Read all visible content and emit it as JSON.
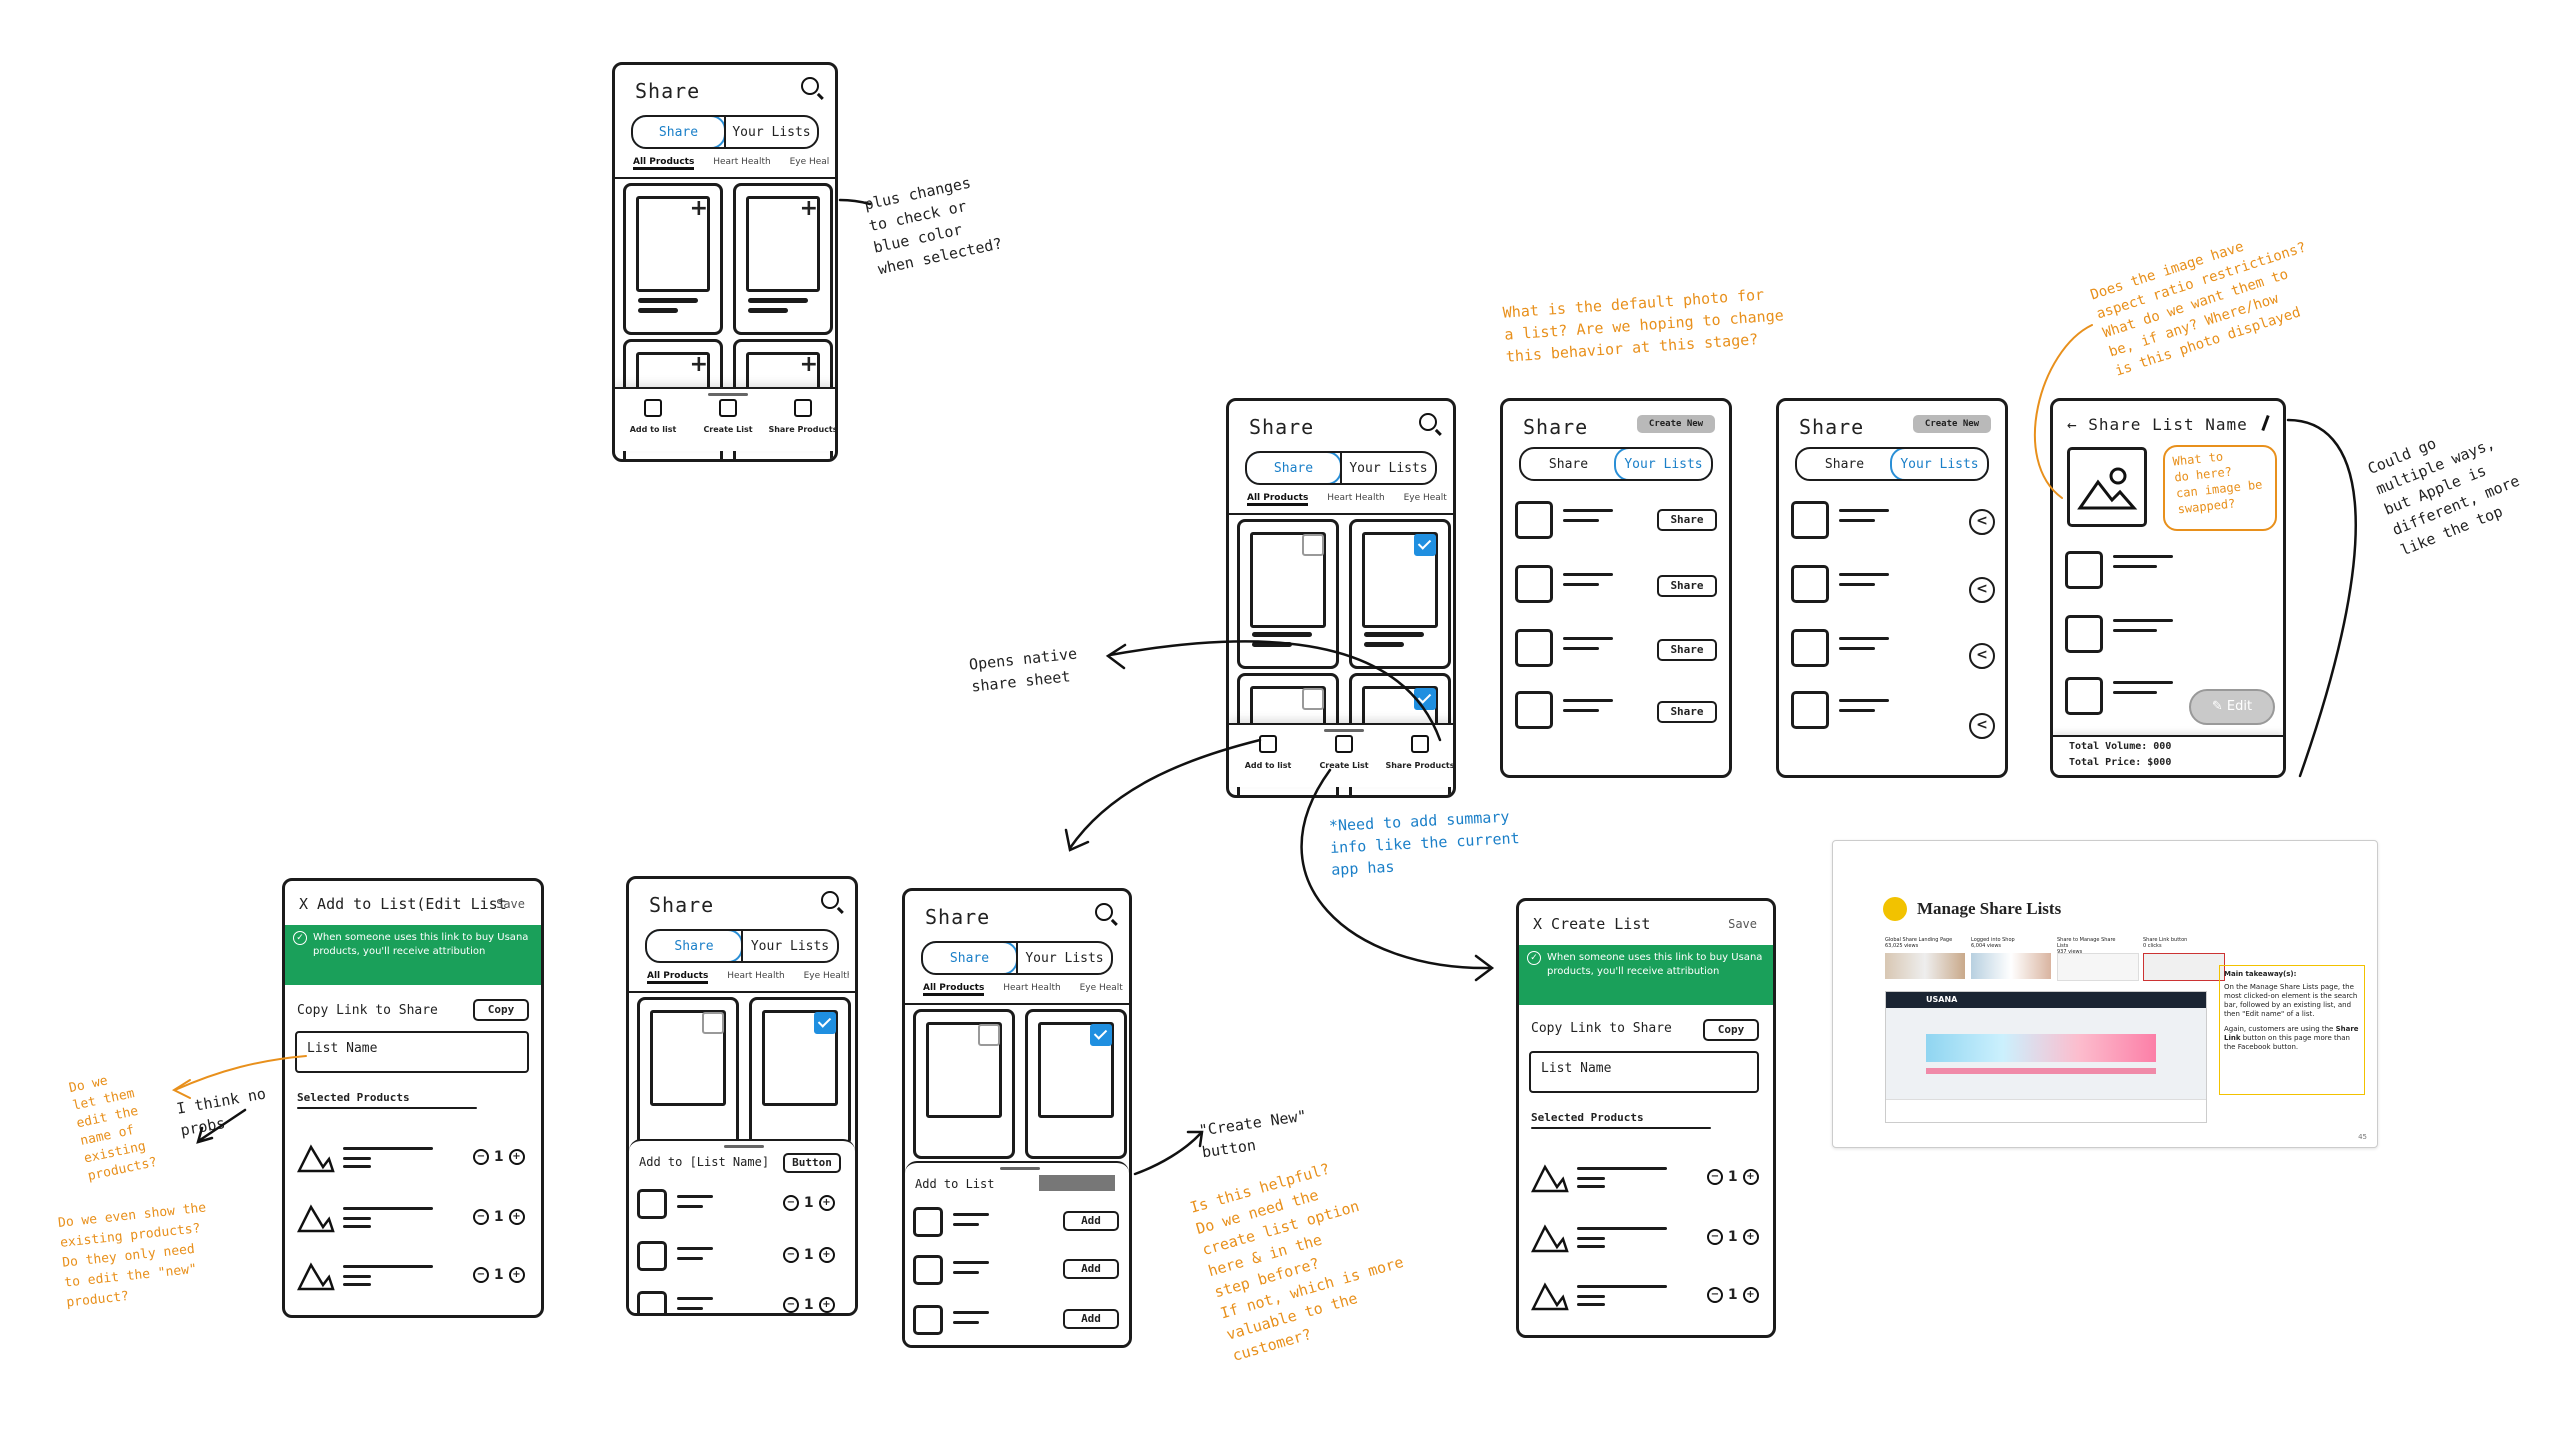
{
  "common": {
    "share_title": "Share",
    "tab_share": "Share",
    "tab_lists": "Your Lists",
    "cat_all": "All Products",
    "cat_heart": "Heart Health",
    "cat_eye": "Eye Health",
    "add_to_list": "Add to list",
    "create_list": "Create List",
    "share_products": "Share Products",
    "create_new": "Create New",
    "share_btn": "Share",
    "add_btn": "Add",
    "button_label": "Button",
    "qty": "1",
    "banner": "When someone uses this link to buy Usana products, you'll receive attribution",
    "copy_link": "Copy Link to Share",
    "copy_btn": "Copy",
    "list_name": "List Name",
    "selected_products": "Selected Products",
    "save": "Save"
  },
  "screens": {
    "edit_list_title": "X Add to List(Edit List",
    "create_list_title": "X Create List",
    "add_to_list_name": "Add to [List Name]",
    "add_to_list_short": "Add to List",
    "share_list_name": "← Share List Name",
    "edit_btn": "Edit",
    "total_volume": "Total Volume: 000",
    "total_price": "Total Price: $000"
  },
  "notes": {
    "plus_changes": "plus changes\nto check or\nblue color\nwhen selected?",
    "default_photo": "What is the default photo for\na list? Are we hoping to change\nthis behavior at this stage?",
    "aspect_ratio": "Does the image have\naspect ratio restrictions?\nWhat do we want them to\nbe, if any? Where/how\nis this photo displayed",
    "what_to_do": "What to\ndo here?\ncan image be\nswapped?",
    "multiple_ways": "Could go\nmultiple ways,\nbut Apple is\ndifferent, more\nlike the top",
    "opens_native": "Opens native\nshare sheet",
    "summary_info": "*Need to add summary\ninfo like the current\napp has",
    "let_them_edit": "Do we\nlet them\nedit the\nname of\nexisting\nproducts?",
    "i_think": "I think no\nprobs",
    "show_existing": "Do we even show the\nexisting products?\nDo they only need\nto edit the \"new\"\nproduct?",
    "create_new_btn": "\"Create New\"\nbutton",
    "helpful": "Is this helpful?\nDo we need the\ncreate list option\nhere & in the\nstep before?\nIf not, which is more\nvaluable to the\ncustomer?"
  },
  "slide": {
    "title": "Manage Share Lists",
    "takeaway_title": "Main takeaway(s):",
    "takeaway_1": "On the Manage Share Lists page, the most clicked-on element is the search bar, followed by an existing list, and then \"Edit name\" of a list.",
    "takeaway_2a": "Again, customers are using the",
    "takeaway_2b": "Share Link",
    "takeaway_2c": "button on this page more than the Facebook button.",
    "thumb_labels": [
      "Global Share Landing Page",
      "Logged into Shop",
      "Share to Manage Share Lists",
      "Share Link button"
    ],
    "thumb_values": [
      "63,025 views",
      "6,004 views",
      "937 views",
      "0 clicks"
    ],
    "brand": "USANA",
    "page_number": "45"
  },
  "colors": {
    "accent_blue": "#1a7fc8",
    "annotation_orange": "#e8901c",
    "banner_green": "#1aa05a",
    "slide_yellow": "#f2c200"
  }
}
